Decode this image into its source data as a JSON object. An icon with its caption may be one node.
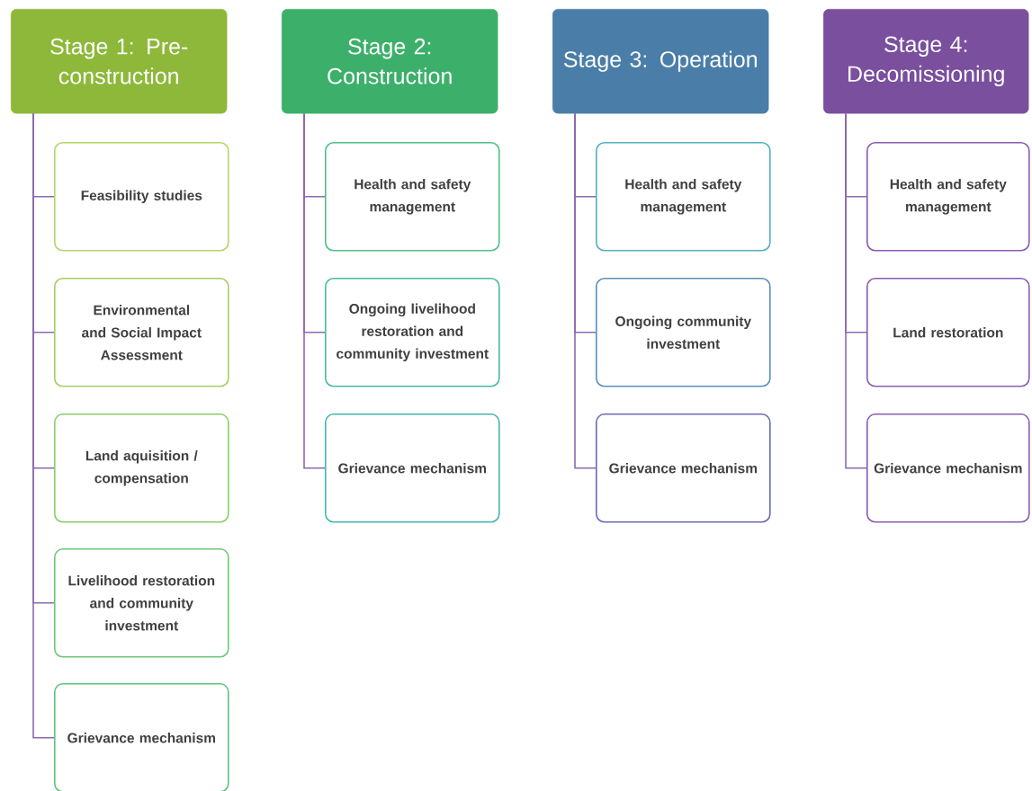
{
  "diagram": {
    "nodes": [
      {
        "text": [
          "Stage 1: Pre-construction"
        ]
      },
      {
        "text": [
          "Feasibility studies"
        ]
      },
      {
        "text": [
          "Environmental and Social Impact Assessment"
        ]
      },
      {
        "text": [
          "Land aquisition / compensation"
        ]
      },
      {
        "text": [
          "Livelihood restoration and community investment"
        ]
      },
      {
        "text": [
          "Grievance mechanism"
        ]
      },
      {
        "text": [
          "Stage 2: Construction"
        ]
      },
      {
        "text": [
          "Health and safety management"
        ]
      },
      {
        "text": [
          "Ongoing livelihood restoration and community investment"
        ]
      },
      {
        "text": [
          "Grievance mechanism"
        ]
      },
      {
        "text": [
          "Stage 3: Operation"
        ]
      },
      {
        "text": [
          "Health and safety management"
        ]
      },
      {
        "text": [
          "Ongoing community investment"
        ]
      },
      {
        "text": [
          "Grievance mechanism"
        ]
      },
      {
        "text": [
          "Stage 4: Decomissioning"
        ]
      },
      {
        "text": [
          "Health and safety management"
        ]
      },
      {
        "text": [
          "Land restoration"
        ]
      },
      {
        "text": [
          "Grievance mechanism"
        ]
      }
    ],
    "edges": [
      {
        "from": 0,
        "to": 1,
        "arrow": "none"
      },
      {
        "from": 0,
        "to": 2,
        "arrow": "none"
      },
      {
        "from": 0,
        "to": 3,
        "arrow": "none"
      },
      {
        "from": 0,
        "to": 4,
        "arrow": "none"
      },
      {
        "from": 0,
        "to": 5,
        "arrow": "none"
      },
      {
        "from": 6,
        "to": 7,
        "arrow": "none"
      },
      {
        "from": 6,
        "to": 8,
        "arrow": "none"
      },
      {
        "from": 6,
        "to": 9,
        "arrow": "none"
      },
      {
        "from": 10,
        "to": 11,
        "arrow": "none"
      },
      {
        "from": 10,
        "to": 12,
        "arrow": "none"
      },
      {
        "from": 10,
        "to": 13,
        "arrow": "none"
      },
      {
        "from": 14,
        "to": 15,
        "arrow": "none"
      },
      {
        "from": 14,
        "to": 16,
        "arrow": "none"
      },
      {
        "from": 14,
        "to": 17,
        "arrow": "none"
      }
    ]
  }
}
